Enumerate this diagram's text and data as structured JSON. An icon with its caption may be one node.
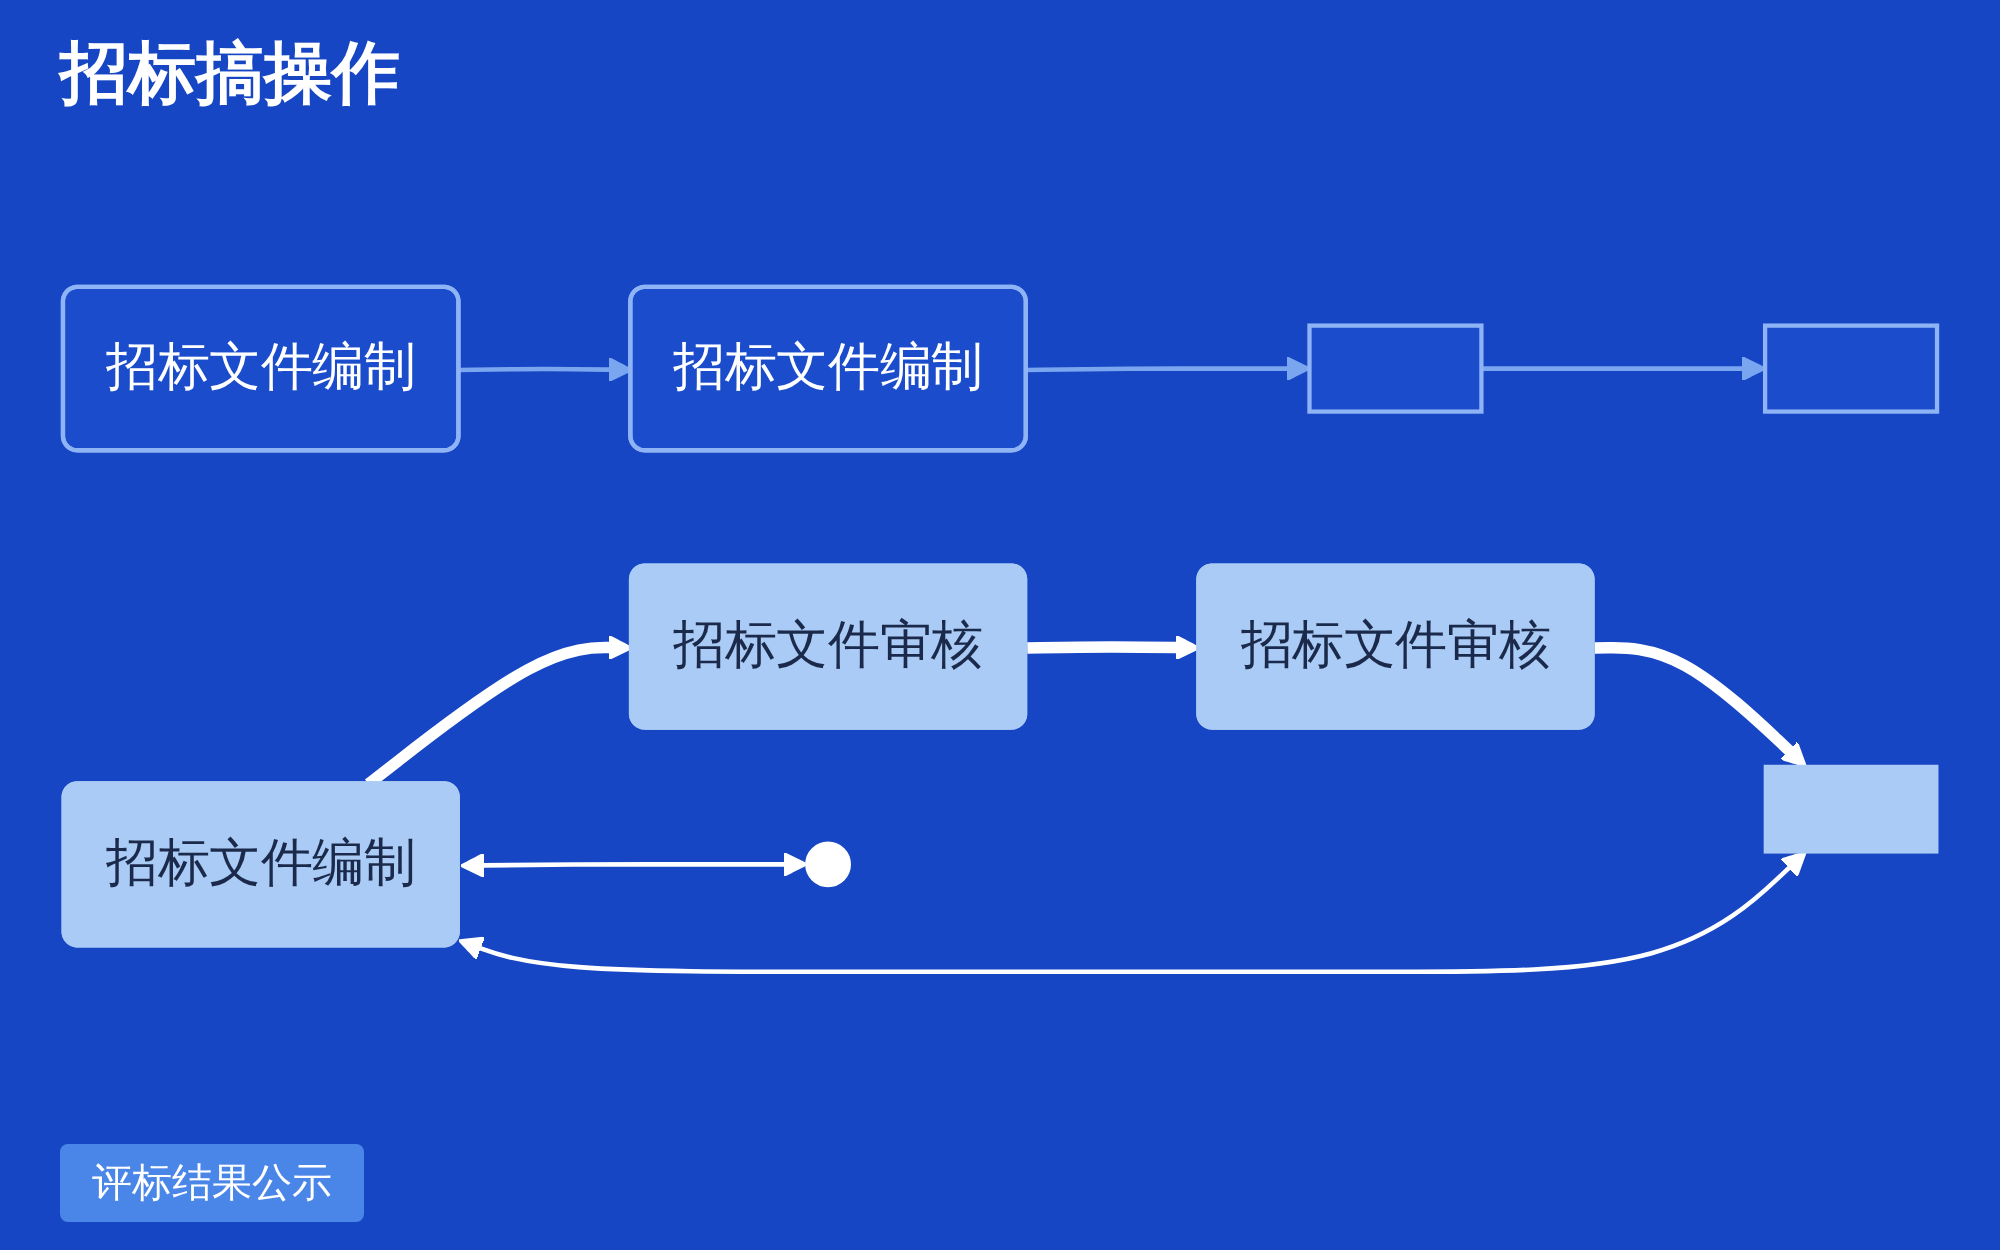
{
  "diagram": {
    "title": "招标搞操作",
    "nodes": [
      {
        "text": [
          "招标文件编制"
        ]
      },
      {
        "text": [
          "招标文件编制"
        ]
      },
      {
        "text": [],
        "shape": "box"
      },
      {
        "text": [],
        "shape": "box"
      },
      {
        "text": [
          "招标文件编制"
        ]
      },
      {
        "text": [
          "招标文件审核"
        ]
      },
      {
        "text": [
          "招标文件审核"
        ]
      },
      {
        "text": [],
        "shape": "box"
      }
    ],
    "edges": [
      {
        "from": 0,
        "to": 1,
        "arrow": "to",
        "color": "#7aa6f0"
      },
      {
        "from": 1,
        "to": 2,
        "arrow": "to",
        "color": "#7aa6f0"
      },
      {
        "from": 2,
        "to": 3,
        "arrow": "to",
        "color": "#7aa6f0"
      },
      {
        "from": 4,
        "to": 5,
        "arrow": "to",
        "style": "thick"
      },
      {
        "from": 5,
        "to": 6,
        "arrow": "to",
        "style": "thick"
      },
      {
        "from": 6,
        "to": 7,
        "arrow": "to",
        "style": "thick"
      },
      {
        "from": 4,
        "to": null,
        "arrow": "both"
      },
      {
        "from": 4,
        "to": 7,
        "arrow": "both"
      }
    ],
    "labels": [
      "评标结果公示"
    ]
  }
}
